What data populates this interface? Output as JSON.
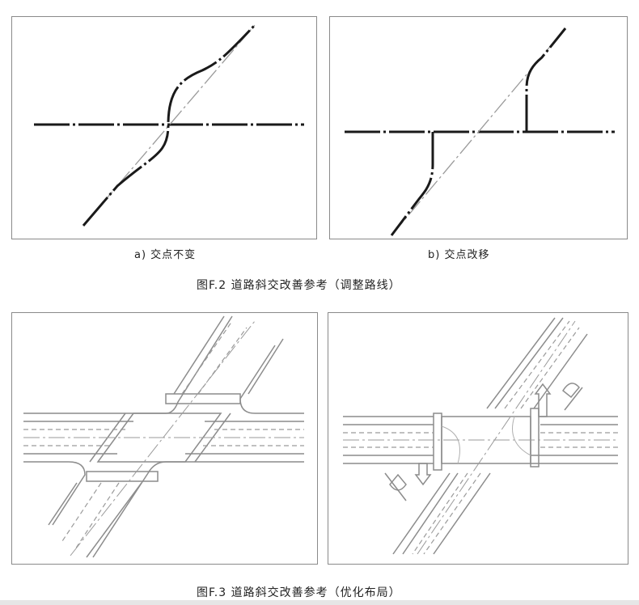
{
  "figure_f2": {
    "panel_a_caption": "a)  交点不变",
    "panel_b_caption": "b)  交点改移",
    "caption": "图F.2   道路斜交改善参考（调整路线）"
  },
  "figure_f3": {
    "caption": "图F.3   道路斜交改善参考（优化布局）"
  },
  "colors": {
    "line": "#1a1a1a",
    "guide": "#9a9a9a",
    "road_edge": "#8c8c8c",
    "border": "#8a8a8a"
  }
}
